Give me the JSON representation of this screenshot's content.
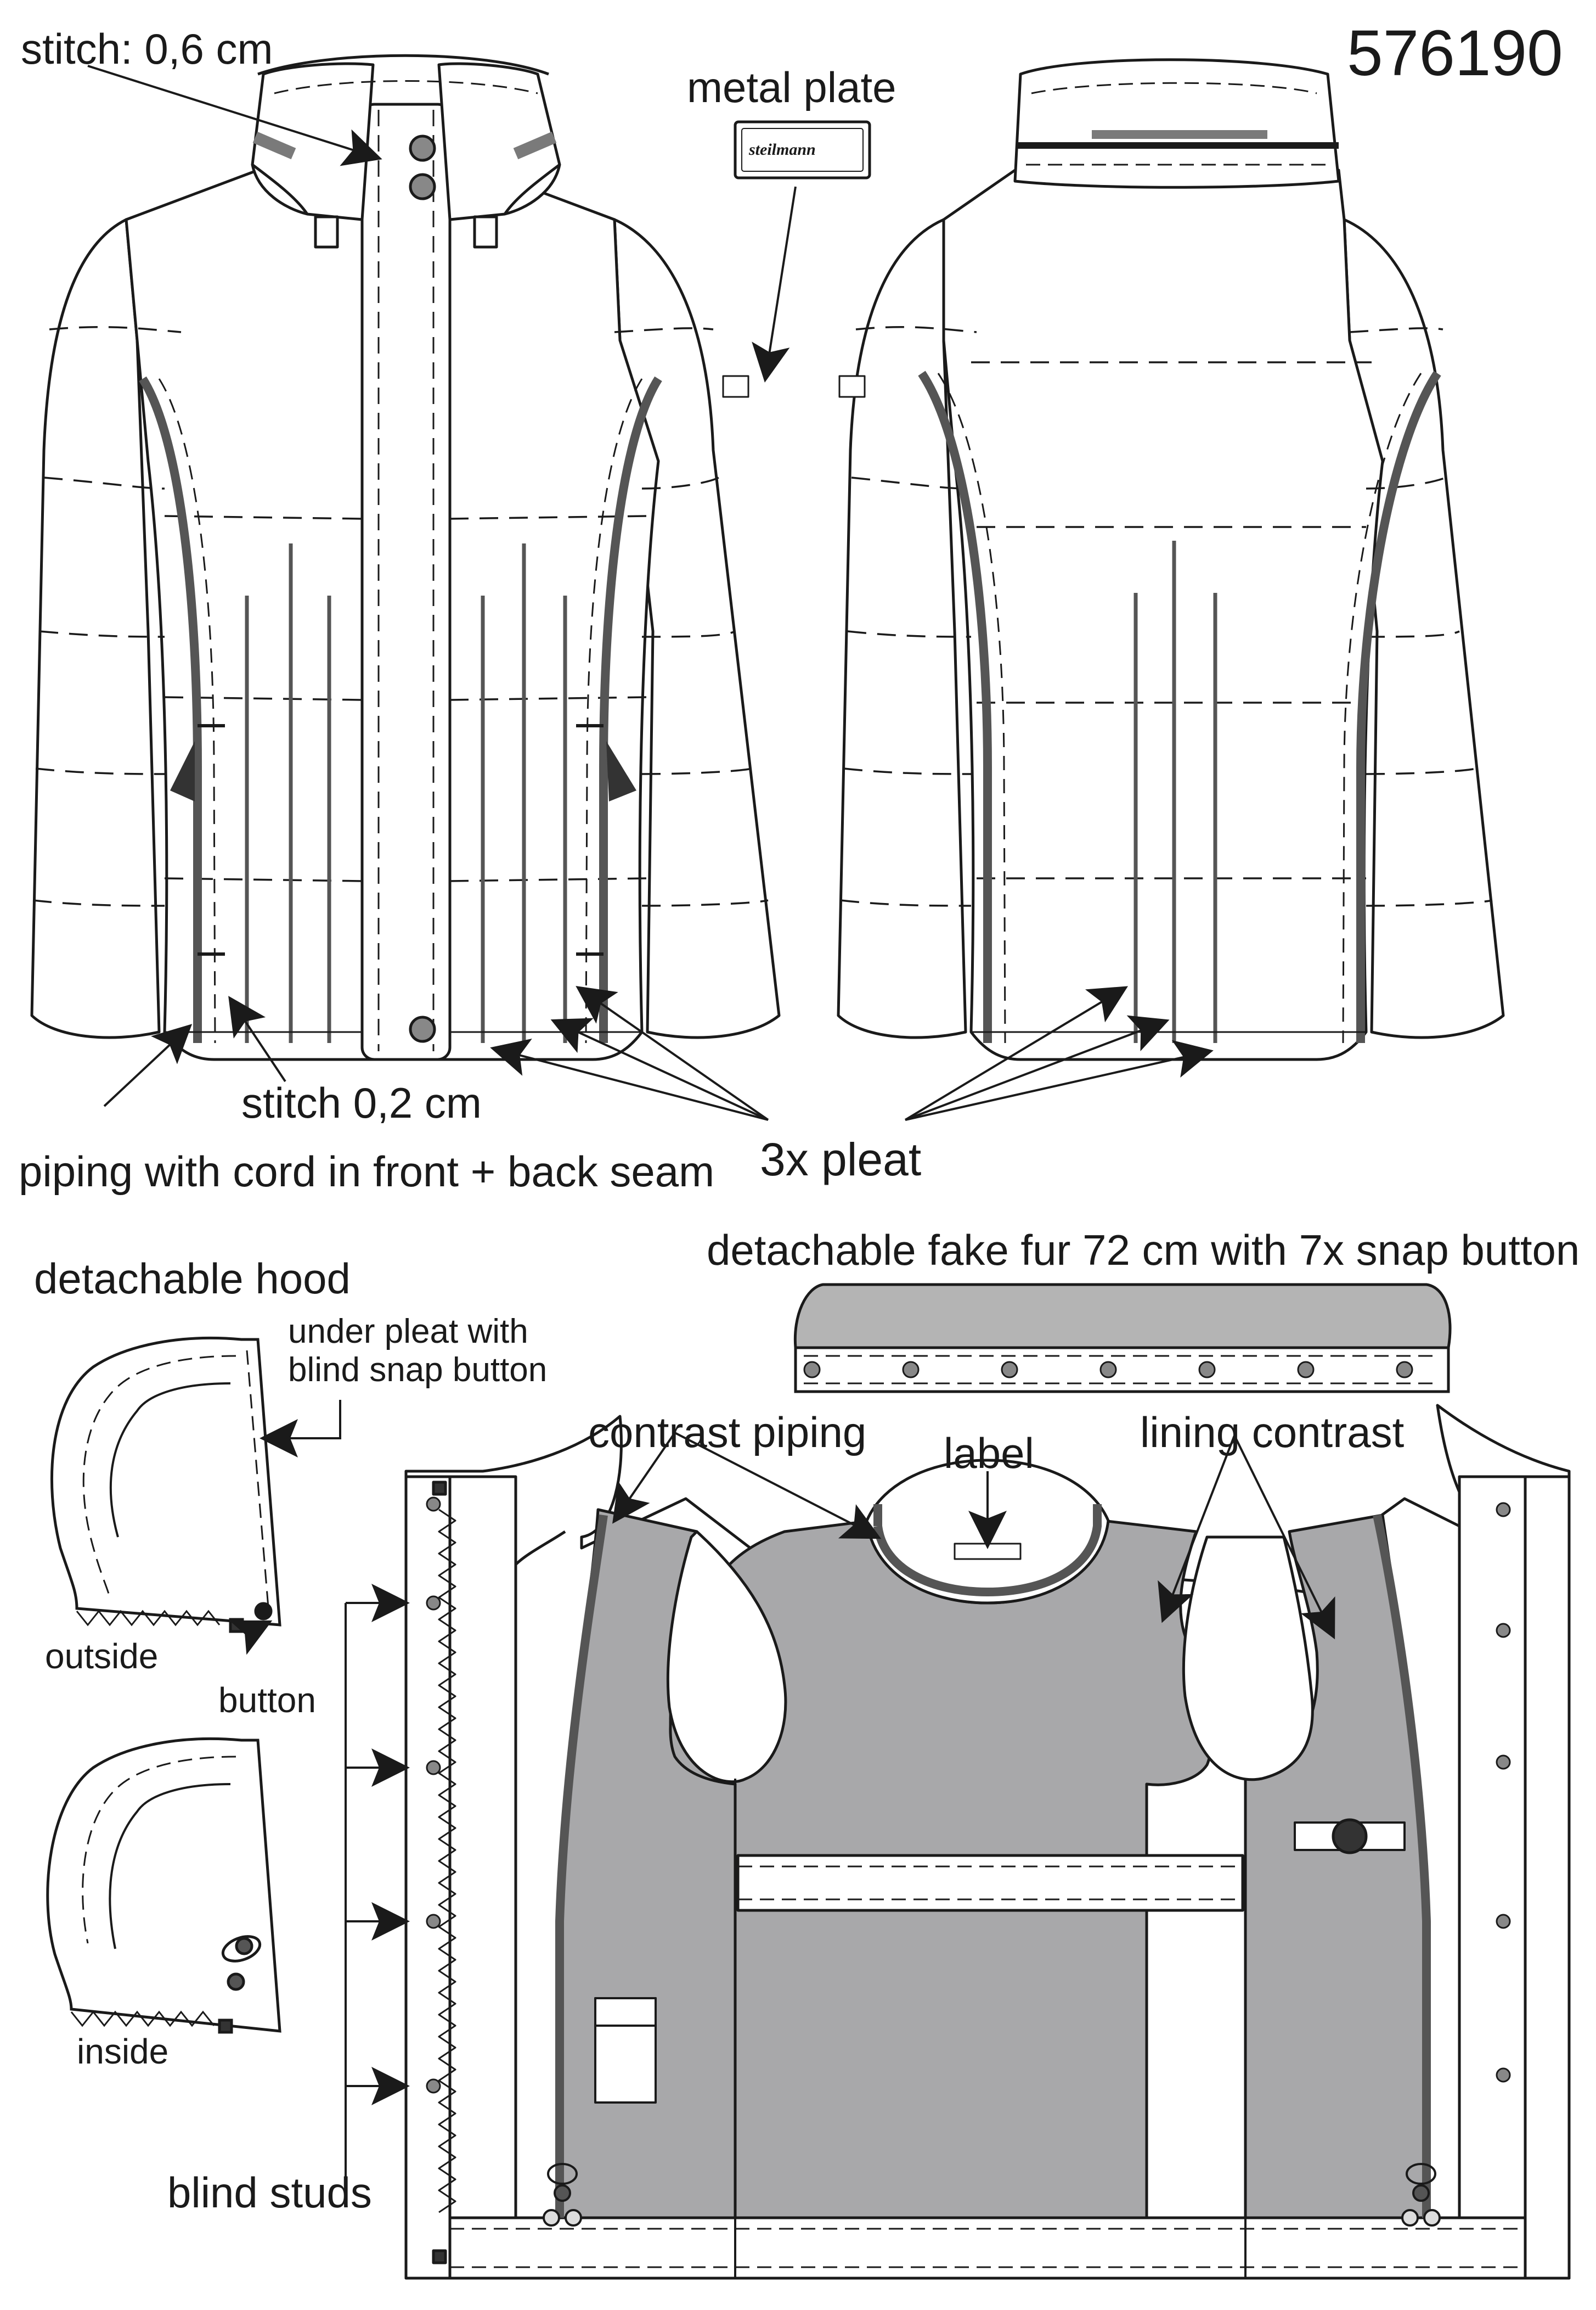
{
  "sheet": {
    "article_number": "576190",
    "metal_plate_text": "steilmann"
  },
  "labels": {
    "stitch_06": "stitch: 0,6 cm",
    "metal_plate": "metal plate",
    "stitch_02": "stitch 0,2 cm",
    "piping_cord": "piping with cord in front + back seam",
    "pleat": "3x pleat",
    "detachable_hood": "detachable hood",
    "under_pleat_line1": "under pleat with",
    "under_pleat_line2": "blind snap button",
    "outside": "outside",
    "button": "button",
    "inside": "inside",
    "blind_studs": "blind studs",
    "fake_fur": "detachable fake fur 72 cm with 7x snap button",
    "contrast_piping": "contrast piping",
    "label": "label",
    "lining_contrast": "lining contrast"
  },
  "colors": {
    "line": "#1a1a1a",
    "piping": "#555555",
    "lining": "#a8a8aa",
    "collar_tape": "#7a7a7a",
    "fur": "#b4b4b4"
  }
}
